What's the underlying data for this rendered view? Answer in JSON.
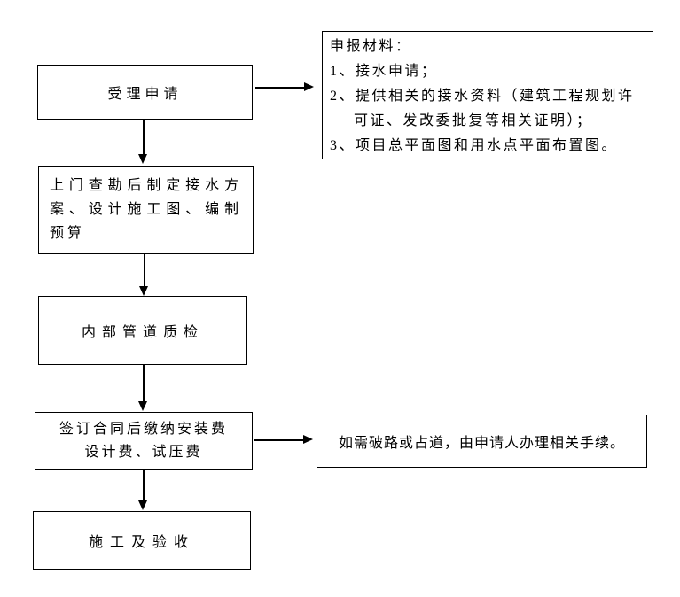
{
  "flow": {
    "nodes": {
      "accept": {
        "label": "受理申请"
      },
      "survey": {
        "label": "上门查勘后制定接水方案、设计施工图、编制预算"
      },
      "inspection": {
        "label": "内部管道质检"
      },
      "contract": {
        "line1": "签订合同后缴纳安装费",
        "line2": "设计费、试压费"
      },
      "construction": {
        "label": "施工及验收"
      },
      "materials_note": {
        "title": "申报材料：",
        "items": [
          "1、接水申请；",
          "2、提供相关的接水资料（建筑工程规划许可证、发改委批复等相关证明）；",
          "3、项目总平面图和用水点平面布置图。"
        ]
      },
      "road_note": {
        "label": "如需破路或占道，由申请人办理相关手续。"
      }
    },
    "edges": [
      {
        "from": "accept",
        "to": "materials_note",
        "direction": "right"
      },
      {
        "from": "accept",
        "to": "survey",
        "direction": "down"
      },
      {
        "from": "survey",
        "to": "inspection",
        "direction": "down"
      },
      {
        "from": "inspection",
        "to": "contract",
        "direction": "down"
      },
      {
        "from": "contract",
        "to": "road_note",
        "direction": "right"
      },
      {
        "from": "contract",
        "to": "construction",
        "direction": "down"
      }
    ],
    "colors": {
      "border": "#000000",
      "text": "#000000",
      "background": "#ffffff"
    }
  }
}
